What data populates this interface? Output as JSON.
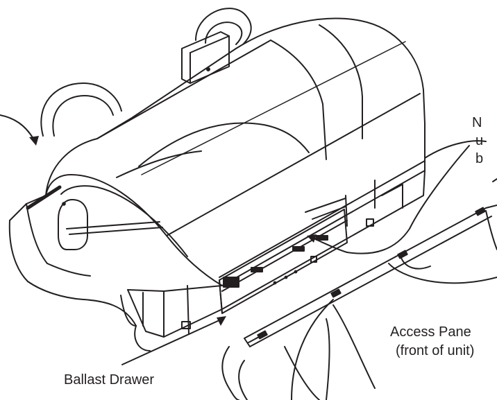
{
  "labels": {
    "ballast_drawer": "Ballast Drawer",
    "access_panel_line1": "Access Pane",
    "access_panel_line2": "(front of unit)",
    "note_line1": "N",
    "note_line2": "u",
    "note_line3": "b"
  },
  "colors": {
    "ink": "#231f20",
    "paper": "#ffffff"
  }
}
